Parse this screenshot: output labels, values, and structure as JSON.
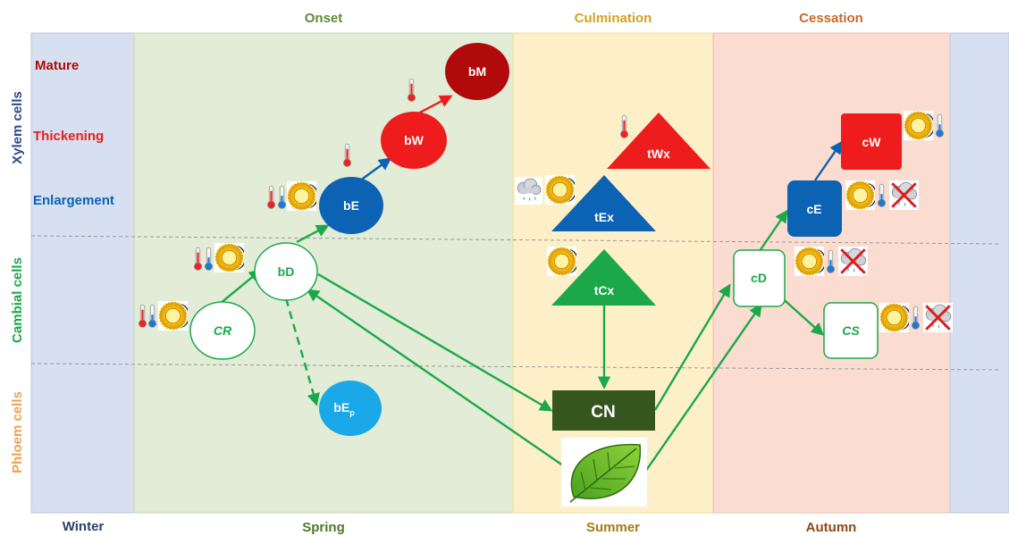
{
  "phases": {
    "onset": "Onset",
    "culmination": "Culmination",
    "cessation": "Cessation"
  },
  "seasons": {
    "winter": "Winter",
    "spring": "Spring",
    "summer": "Summer",
    "autumn": "Autumn"
  },
  "cell_groups": {
    "xylem": "Xylem cells",
    "cambial": "Cambial cells",
    "phloem": "Phloem cells"
  },
  "stages": {
    "mature": "Mature",
    "thickening": "Thickening",
    "enlargement": "Enlargement"
  },
  "nodes": {
    "CR": "CR",
    "bD": "bD",
    "bE": "bE",
    "bW": "bW",
    "bM": "bM",
    "bEp_main": "bE",
    "bEp_sub": "p",
    "tWx": "tWx",
    "tEx": "tEx",
    "tCx": "tCx",
    "CN": "CN",
    "cD": "cD",
    "cE": "cE",
    "cW": "cW",
    "CS": "CS"
  },
  "colors": {
    "winter_band": "#d6e0f0",
    "spring_band": "#e2ecd6",
    "summer_band": "#fdf0c8",
    "autumn_band": "#fbdcd0",
    "onset_text": "#5f8a3a",
    "culmination_text": "#d4a21c",
    "cessation_text": "#c86a2a",
    "winter_text": "#2a3f6a",
    "spring_text": "#4a7a2c",
    "summer_text": "#a67a12",
    "autumn_text": "#8a4a1a",
    "xylem_text": "#2a4a8a",
    "cambial_text": "#1aa84a",
    "phloem_text": "#f0a050",
    "mature": "#b10a0a",
    "thickening": "#ee1c1c",
    "enlargement": "#0c62b3",
    "green": "#1aa84a",
    "phloem_cell": "#1aa8e8",
    "cn_box": "#35561f"
  },
  "icons": [
    "thermometer-icon",
    "sun-icon",
    "cloud-rain-icon",
    "no-rain-icon",
    "leaf-icon"
  ]
}
